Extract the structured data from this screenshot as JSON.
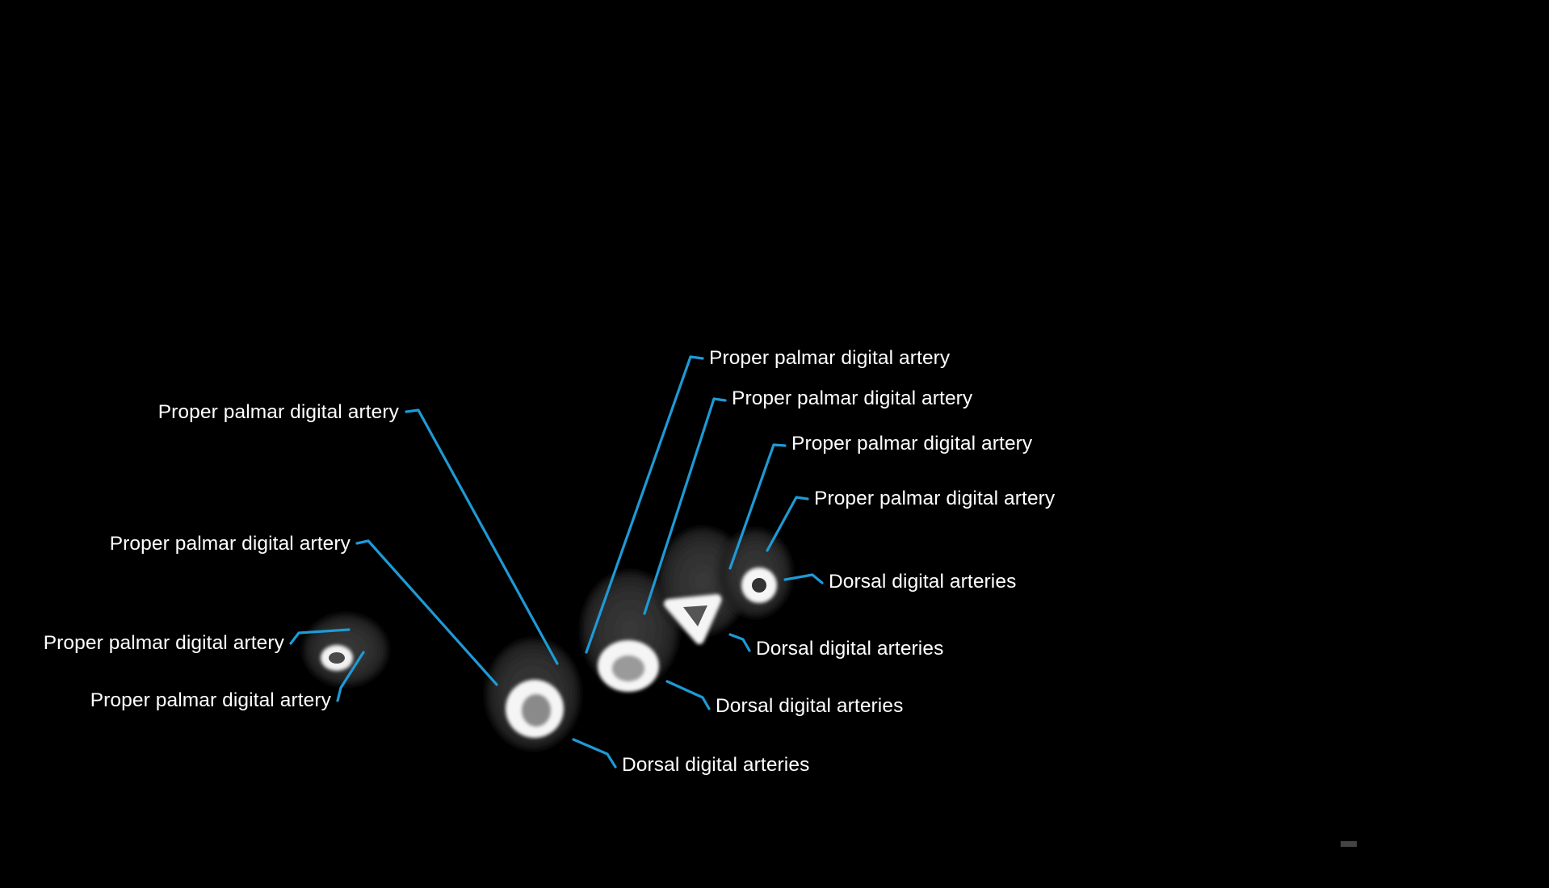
{
  "labels": {
    "ppda_index_top": "Proper palmar digital artery",
    "ppda_middle_top": "Proper palmar digital artery",
    "ppda_ring_top": "Proper palmar digital artery",
    "ppda_little_top": "Proper palmar digital artery",
    "ppda_index_left": "Proper palmar digital artery",
    "ppda_index_left_lower": "Proper palmar digital artery",
    "ppda_thumb_upper": "Proper palmar digital artery",
    "ppda_thumb_lower": "Proper palmar digital artery",
    "dda_little": "Dorsal digital arteries",
    "dda_ring": "Dorsal digital arteries",
    "dda_middle": "Dorsal digital arteries",
    "dda_index": "Dorsal digital arteries"
  },
  "colors": {
    "background": "#000000",
    "leader_line": "#1e9ad6",
    "label_text": "#ffffff"
  }
}
